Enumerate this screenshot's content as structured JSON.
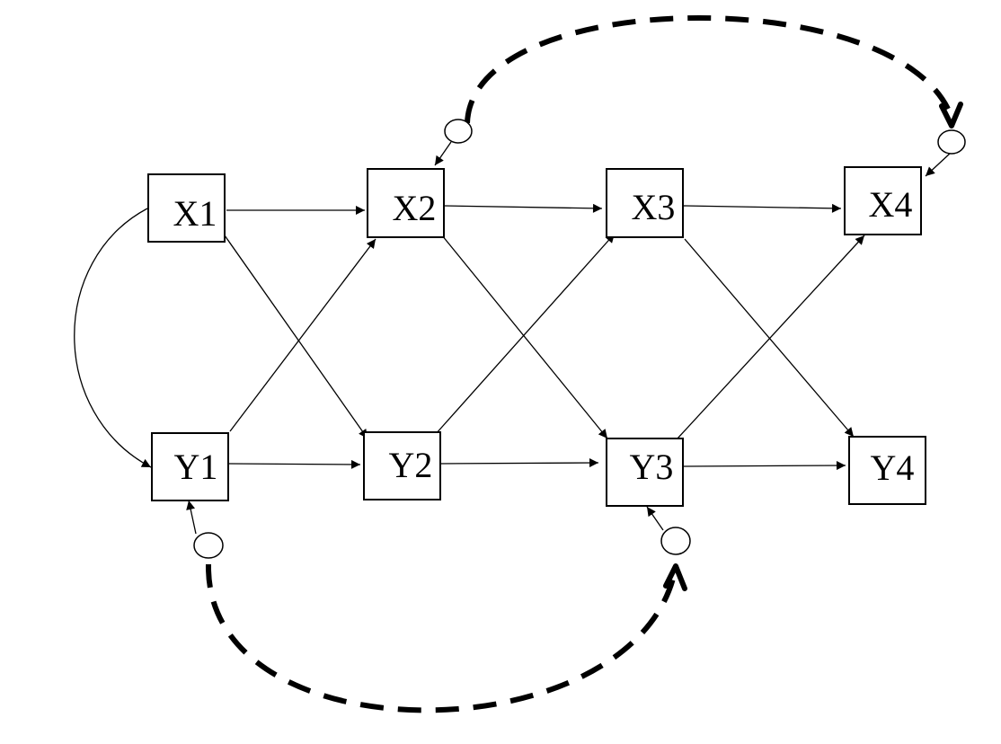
{
  "nodes": {
    "x1": "X1",
    "x2": "X2",
    "x3": "X3",
    "x4": "X4",
    "y1": "Y1",
    "y2": "Y2",
    "y3": "Y3",
    "y4": "Y4"
  },
  "colors": {
    "stroke": "#000000",
    "background": "#ffffff"
  }
}
